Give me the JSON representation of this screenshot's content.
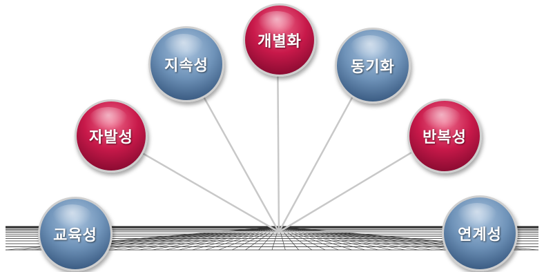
{
  "nodes": [
    {
      "id": "education",
      "label": "교육성",
      "color": "blue"
    },
    {
      "id": "voluntary",
      "label": "자발성",
      "color": "red"
    },
    {
      "id": "sustainability",
      "label": "지속성",
      "color": "blue"
    },
    {
      "id": "individualization",
      "label": "개별화",
      "color": "red"
    },
    {
      "id": "motivation",
      "label": "동기화",
      "color": "blue"
    },
    {
      "id": "repetition",
      "label": "반복성",
      "color": "red"
    },
    {
      "id": "linkage",
      "label": "연계성",
      "color": "blue"
    }
  ]
}
